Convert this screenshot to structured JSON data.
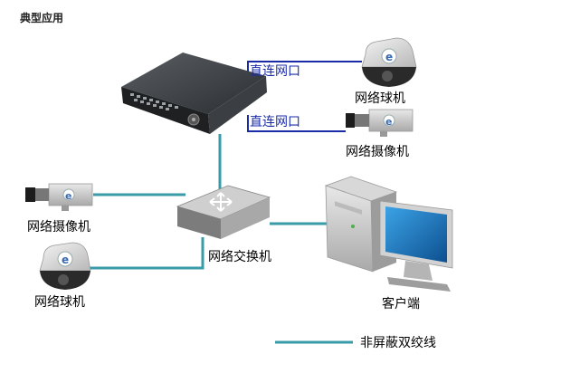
{
  "title": "典型应用",
  "colors": {
    "cable": "#3a9ba8",
    "direct_link": "#1a2ba8",
    "label": "#000000",
    "link_label": "#1a2ba8",
    "monitor_screen": "#1e73be"
  },
  "labels": {
    "direct_port_top": "直连网口",
    "direct_port_bottom": "直连网口",
    "dome_camera_right": "网络球机",
    "box_camera_right": "网络摄像机",
    "box_camera_left": "网络摄像机",
    "dome_camera_left": "网络球机",
    "switch": "网络交换机",
    "client": "客户端",
    "legend": "非屏蔽双绞线"
  },
  "icons": [
    "nvr-icon",
    "network-switch-icon",
    "dome-camera-icon",
    "box-camera-icon",
    "desktop-computer-icon",
    "monitor-icon"
  ]
}
